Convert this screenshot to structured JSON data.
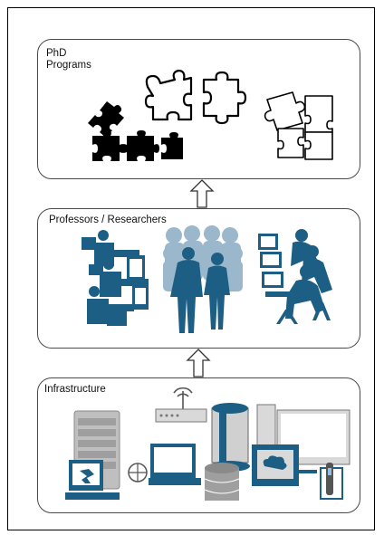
{
  "panels": {
    "top": {
      "label_line1": "PhD",
      "label_line2": "Programs"
    },
    "middle": {
      "label": "Professors / Researchers"
    },
    "bottom": {
      "label": "Infrastructure"
    }
  },
  "icons": {
    "puzzle_solid": "puzzle-pieces-icon",
    "puzzle_outline": "puzzle-outline-icon",
    "puzzle_assembled": "assembled-puzzle-icon",
    "people_desks": "people-at-desks-icon",
    "business_people": "business-people-icon",
    "computer_lab": "computer-lab-icon",
    "servers": "server-rack-icon",
    "router": "router-icon",
    "datacenter": "datacenter-icon"
  },
  "colors": {
    "accent_blue": "#1d5f84",
    "light_blue": "#9bb7cc",
    "gray": "#bfbfbf",
    "border": "#4a4a4a"
  }
}
